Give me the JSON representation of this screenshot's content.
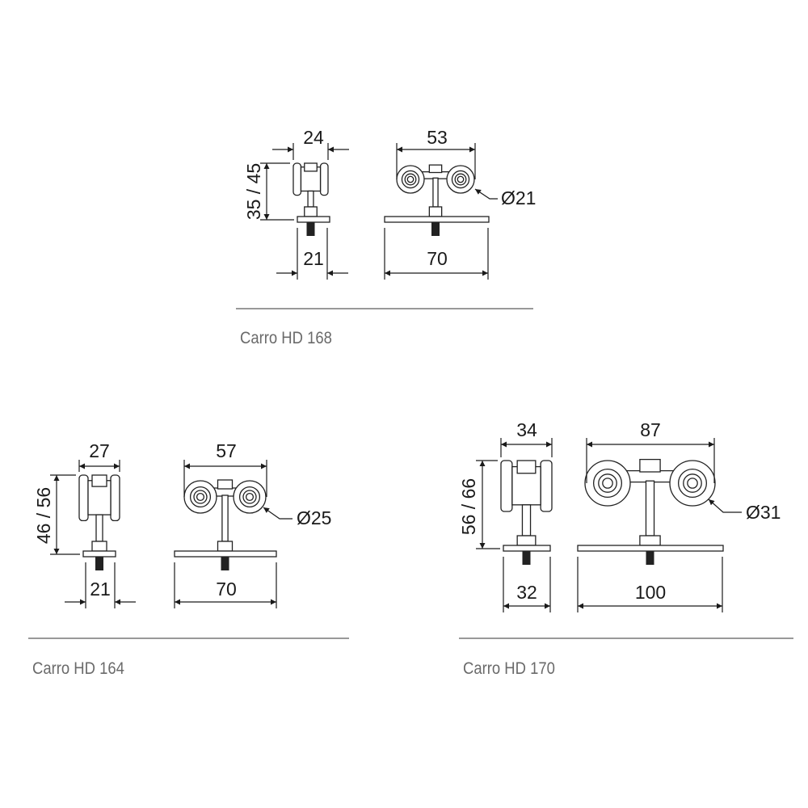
{
  "carriages": [
    {
      "name": "Carro HD 168",
      "side_width": "24",
      "height": "35 / 45",
      "plate_side_width": "21",
      "wheel_span": "53",
      "plate_length": "70",
      "wheel_diameter": "Ø21"
    },
    {
      "name": "Carro HD 164",
      "side_width": "27",
      "height": "46 / 56",
      "plate_side_width": "21",
      "wheel_span": "57",
      "plate_length": "70",
      "wheel_diameter": "Ø25"
    },
    {
      "name": "Carro HD 170",
      "side_width": "34",
      "height": "56 / 66",
      "plate_side_width": "32",
      "wheel_span": "87",
      "plate_length": "100",
      "wheel_diameter": "Ø31"
    }
  ]
}
